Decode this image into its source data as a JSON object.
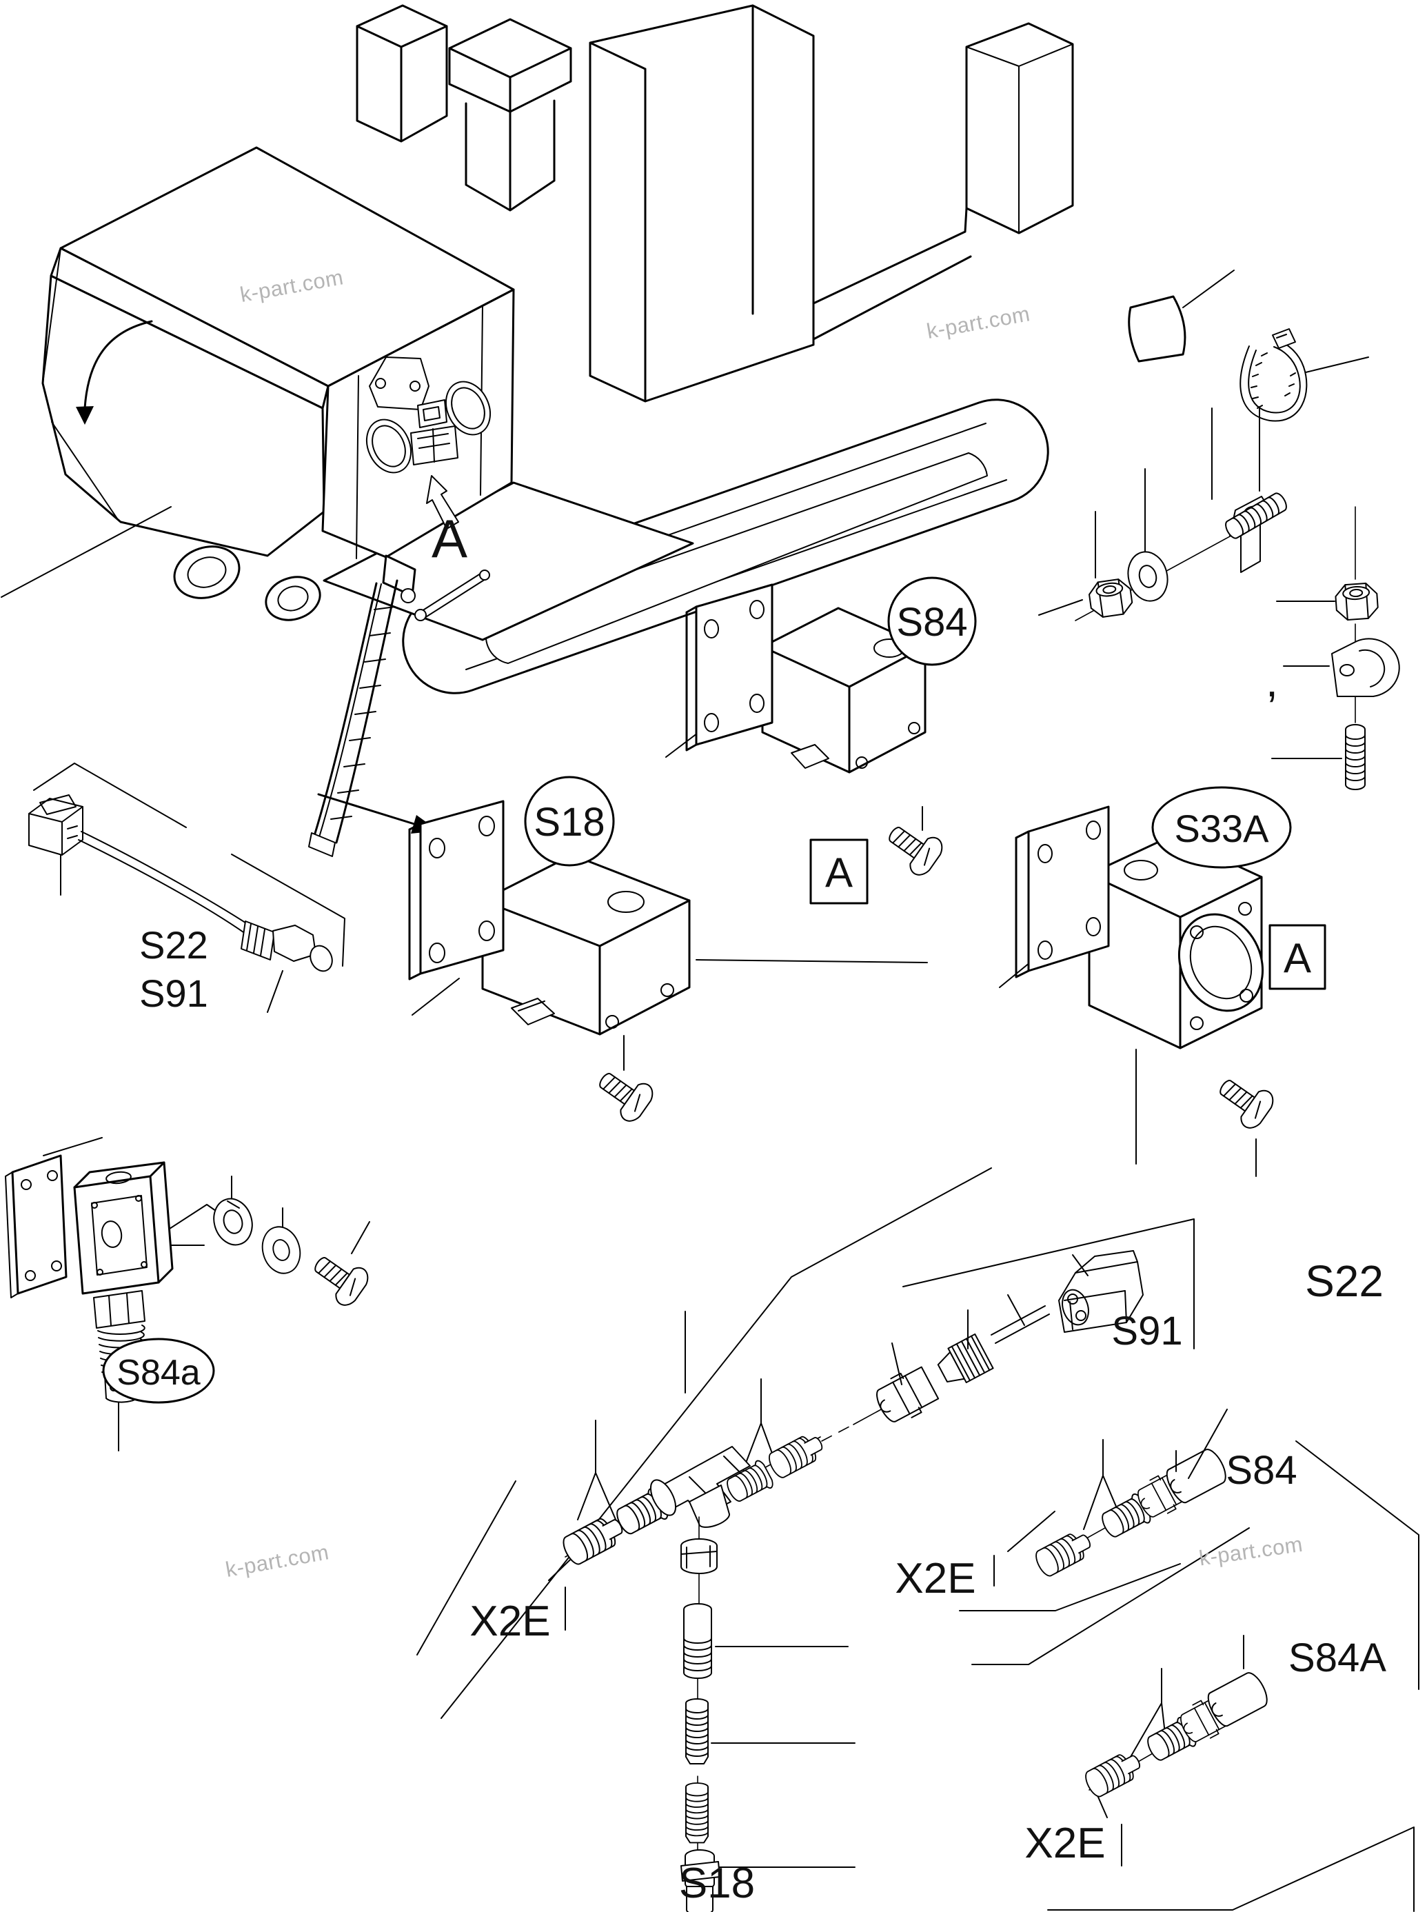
{
  "diagram": {
    "type": "parts-exploded-diagram",
    "subject": "crawler-machine electrical switches and connectors",
    "colors": {
      "line": "#000000",
      "background": "#ffffff",
      "watermark": "#b4b4b4"
    }
  },
  "watermark": {
    "text": "k-part.com"
  },
  "labels": {
    "view_a_machine": "A",
    "s84_circle": "S84",
    "s18_circle": "S18",
    "s33a_circle": "S33A",
    "a_box_s84": "A",
    "a_box_s33a": "A",
    "s22_upper": "S22",
    "s91_upper": "S91",
    "comma_mark": ",",
    "s84a_ellipse": "S84a",
    "x2e_left": "X2E",
    "x2e_mid": "X2E",
    "x2e_bottom": "X2E",
    "s22_lower": "S22",
    "s91_lower": "S91",
    "s84_mid": "S84",
    "s84a_cap": "S84A",
    "s18_bottom": "S18"
  }
}
